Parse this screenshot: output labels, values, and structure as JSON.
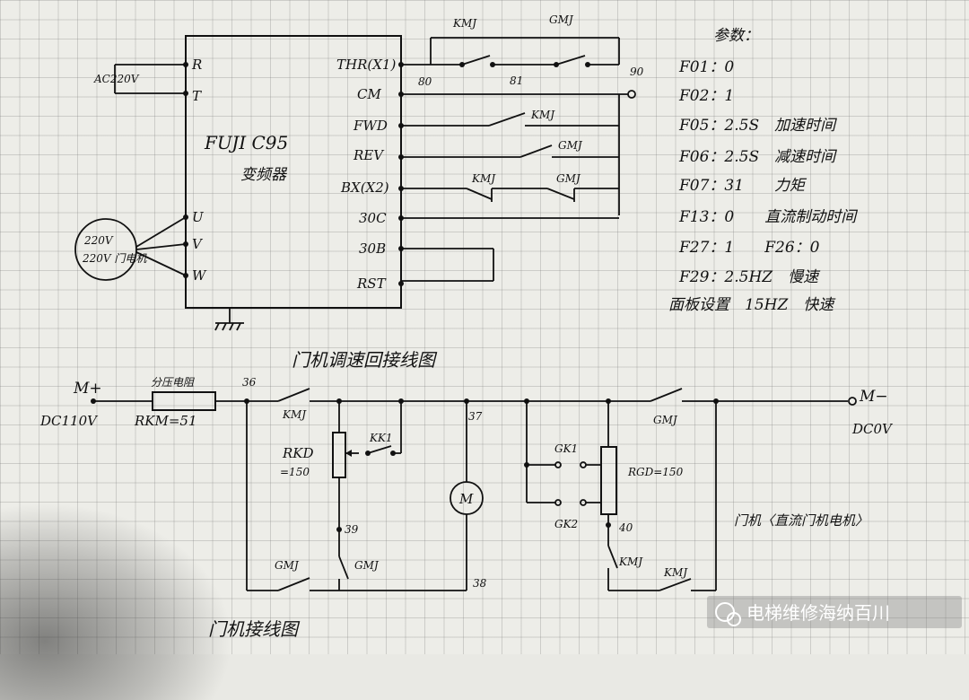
{
  "vfd": {
    "title": "FUJI C95",
    "subtitle": "变频器",
    "left_terminals": [
      "R",
      "T",
      "U",
      "V",
      "W"
    ],
    "right_terminals": [
      "THR(X1)",
      "CM",
      "FWD",
      "REV",
      "BX(X2)",
      "30C",
      "30B",
      "RST"
    ],
    "supply_label": "AC220V",
    "motor_label": "220V 门电机",
    "node_80": "80",
    "node_81": "81",
    "node_90": "90"
  },
  "contacts": {
    "kmj": "KMJ",
    "gmj": "GMJ"
  },
  "params": {
    "heading": "参数：",
    "items": [
      "F01：0",
      "F02：1",
      "F05：2.5S　加速时间",
      "F06：2.5S　减速时间",
      "F07：31　　力矩",
      "F13：0　　直流制动时间",
      "F27：1　　F26：0",
      "F29：2.5HZ　慢速",
      "面板设置　15HZ　快速"
    ]
  },
  "speed": {
    "title": "门机调速回接线图",
    "m_plus": "M+",
    "dc110": "DC110V",
    "divider": "分压电阻",
    "rkm": "RKM=51",
    "n36": "36",
    "n37": "37",
    "n38": "38",
    "n39": "39",
    "n40": "40",
    "rkd": "RKD",
    "rkd_val": "=150",
    "kk1": "KK1",
    "gk1": "GK1",
    "gk2": "GK2",
    "rgd": "RGD=150",
    "motor": "M",
    "m_minus": "M−",
    "dc0": "DC0V",
    "door_motor": "门机〈直流门机电机〉"
  },
  "footer": {
    "caption": "门机接线图",
    "watermark": "电梯维修海纳百川"
  }
}
